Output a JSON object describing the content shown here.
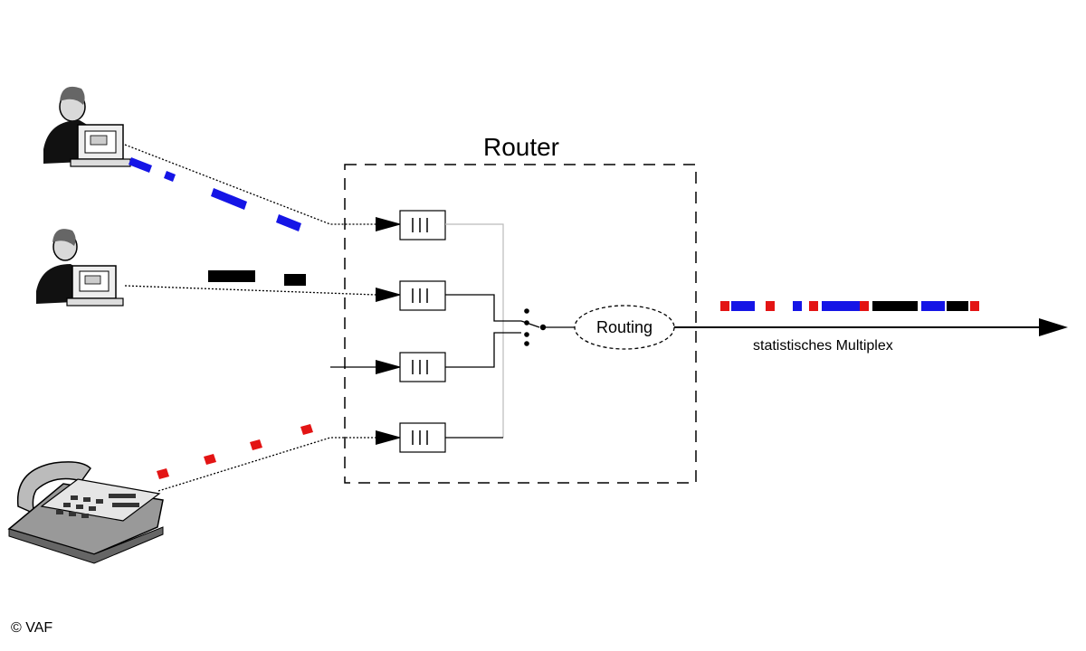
{
  "router": {
    "title": "Router"
  },
  "routing": {
    "label": "Routing"
  },
  "output": {
    "label": "statistisches Multiplex"
  },
  "copyright": "© VAF",
  "colors": {
    "blue": "#1515e6",
    "red": "#e31414",
    "black": "#000000"
  },
  "icons": [
    "person-at-computer-icon",
    "person-at-computer-icon",
    "telephone-icon"
  ]
}
